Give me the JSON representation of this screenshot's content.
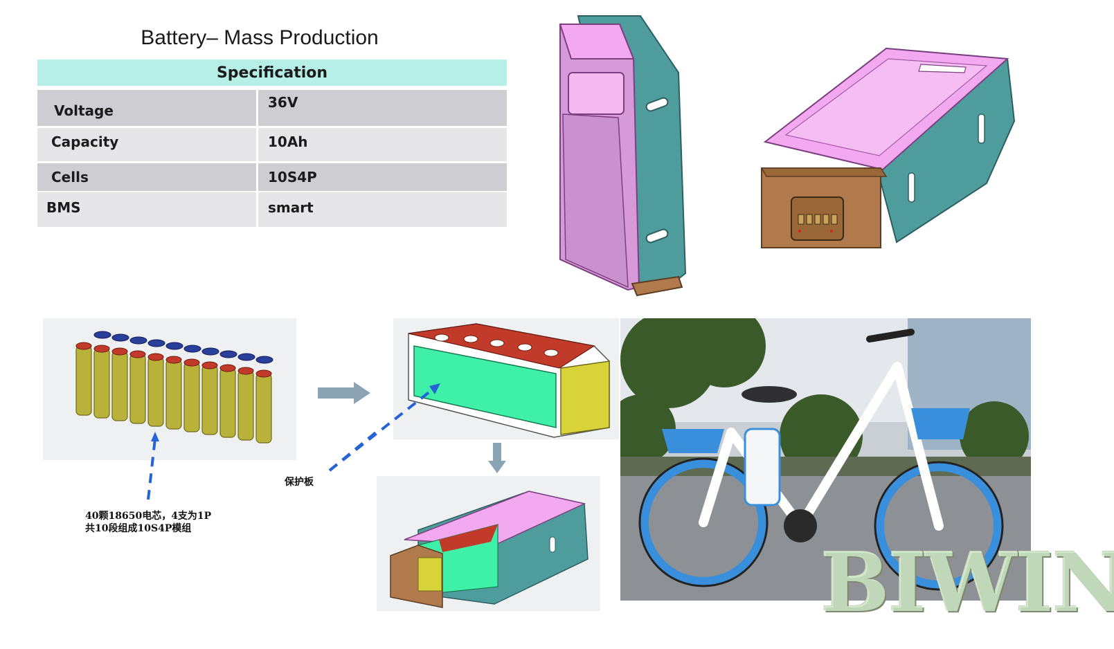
{
  "title": "Battery– Mass Production",
  "spec_table": {
    "header": "Specification",
    "rows": [
      {
        "label": "Voltage",
        "value": "36V"
      },
      {
        "label": "Capacity",
        "value": "10Ah"
      },
      {
        "label": "Cells",
        "value": "10S4P"
      },
      {
        "label": "BMS",
        "value": "smart"
      }
    ]
  },
  "annotations": {
    "protection_board": "保护板",
    "cells_line1": "40颗18650电芯，4支为1P",
    "cells_line2": "共10段组成10S4P模组"
  },
  "watermark": "BIWIN",
  "colors": {
    "spec_header": "#b5efe6",
    "shell_pink": "#f2a9ef",
    "shell_teal": "#4f9c9c",
    "end_cap_brown": "#b07a4c",
    "cell_olive": "#b8b23a",
    "cell_cap_blue": "#2a3f9a",
    "pcb_green": "#3ff0a8",
    "arrow_grey": "#8aa4b4",
    "dashed_blue": "#2563d6",
    "bike_blue": "#3a8fdc"
  }
}
